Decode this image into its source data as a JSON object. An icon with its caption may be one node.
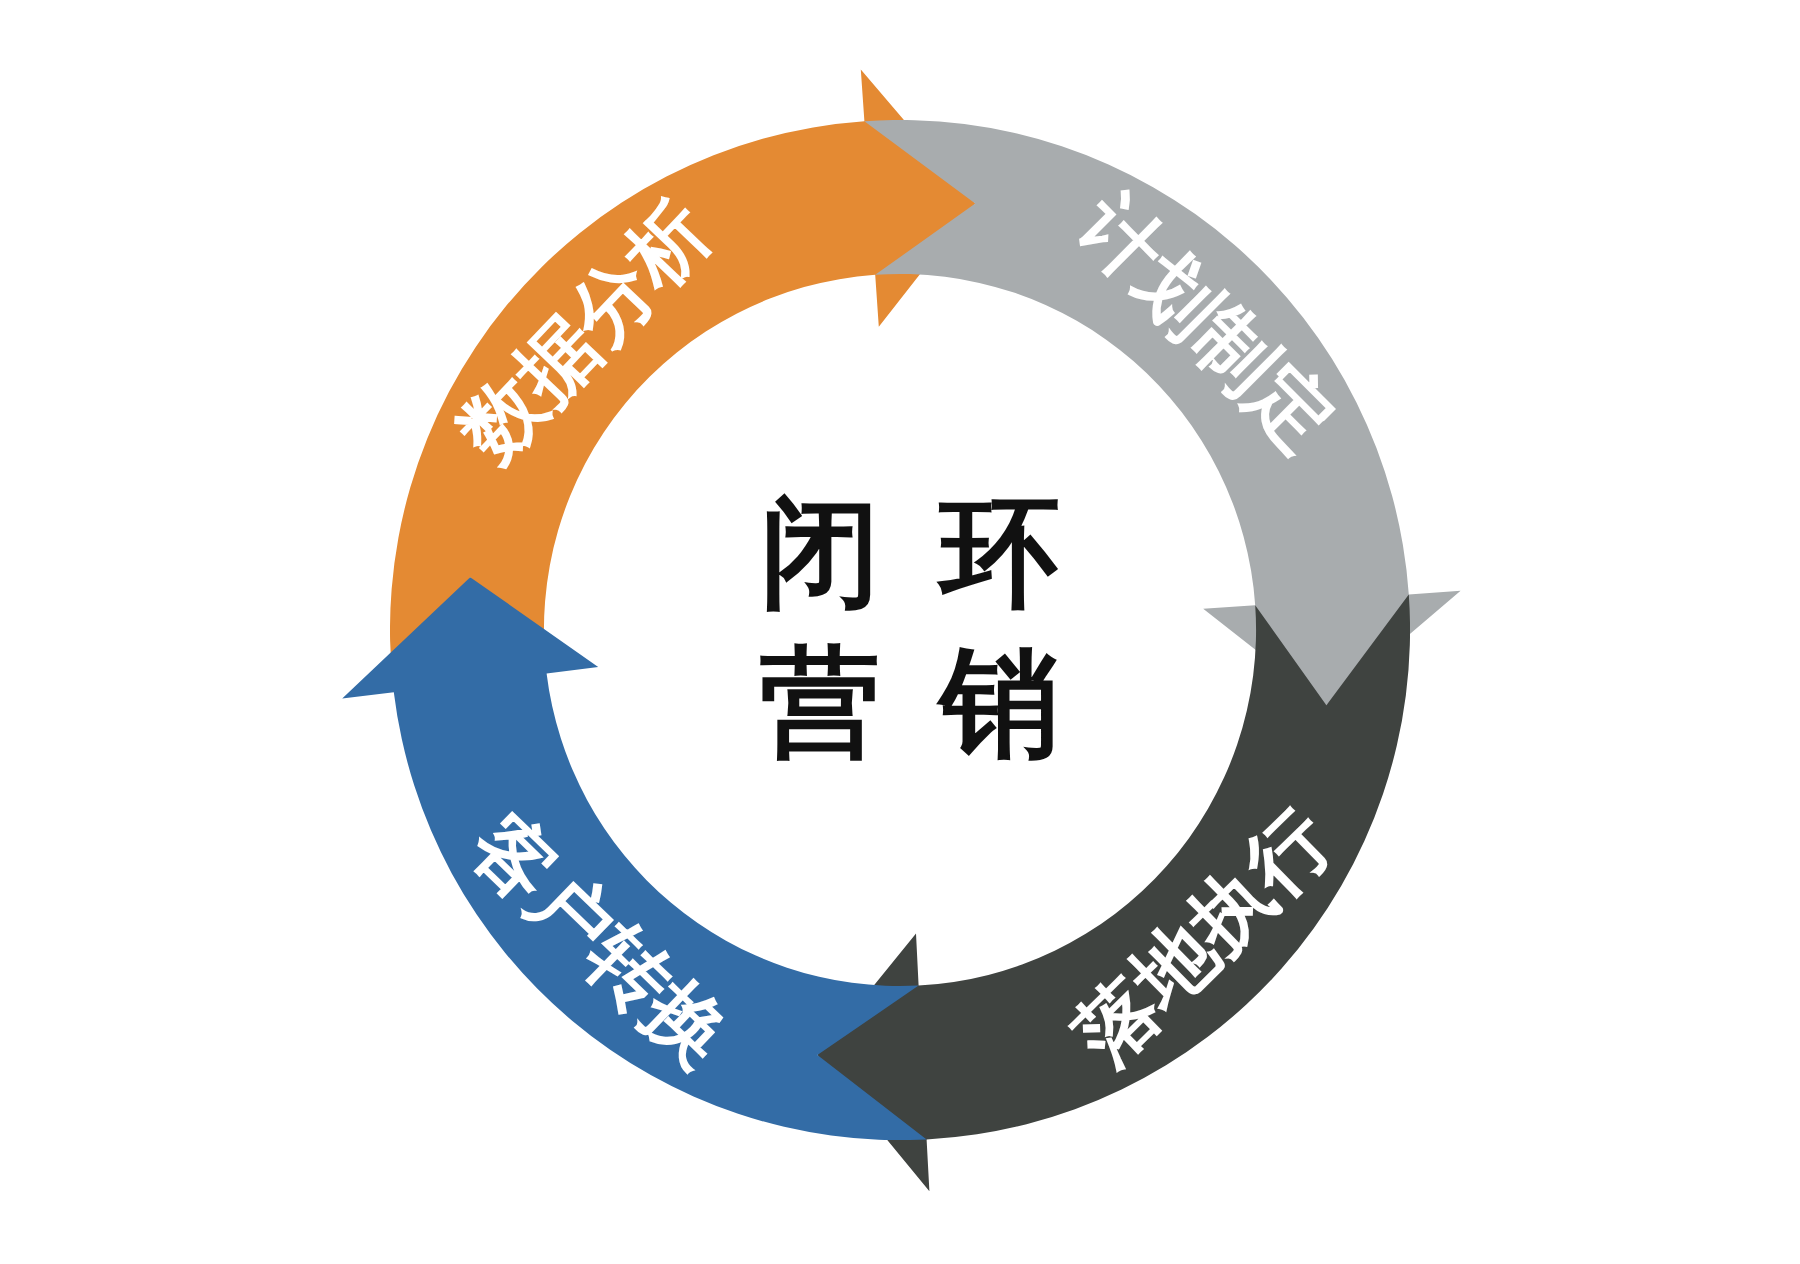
{
  "diagram": {
    "nodes": [
      {
        "text": [
          "闭环营销"
        ]
      },
      {
        "text": [
          "数据分析"
        ]
      },
      {
        "text": [
          "计划制定"
        ]
      },
      {
        "text": [
          "落地执行"
        ]
      },
      {
        "text": [
          "客户转换"
        ]
      }
    ]
  }
}
